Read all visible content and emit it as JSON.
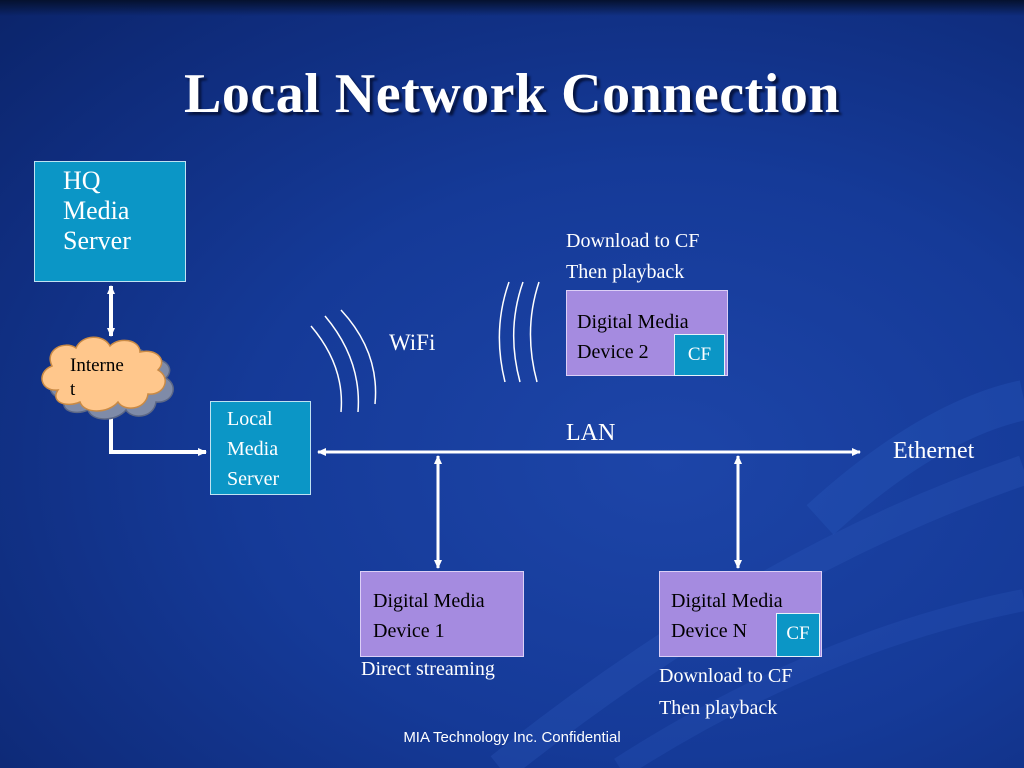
{
  "slide": {
    "title": "Local Network Connection",
    "footer": "MIA Technology Inc. Confidential"
  },
  "nodes": {
    "hq_server": "HQ\nMedia\n Server",
    "internet": "Interne\nt",
    "local_server": "Local\nMedia\n Server",
    "device_2": "Digital Media\nDevice 2",
    "device_1": "Digital Media\nDevice 1",
    "device_n": "Digital Media\nDevice N",
    "cf_badge_2": "CF",
    "cf_badge_n": "CF"
  },
  "labels": {
    "wifi": "WiFi",
    "lan": "LAN",
    "ethernet": "Ethernet",
    "device_2_note": "Download to CF\nThen playback",
    "device_1_note": "Direct streaming",
    "device_n_note": "Download to CF\nThen playback"
  },
  "colors": {
    "background": "#153a98",
    "server_box": "#0b96c6",
    "device_box": "#a58be0",
    "internet_cloud": "#ffc78c",
    "connector": "#ffffff"
  }
}
